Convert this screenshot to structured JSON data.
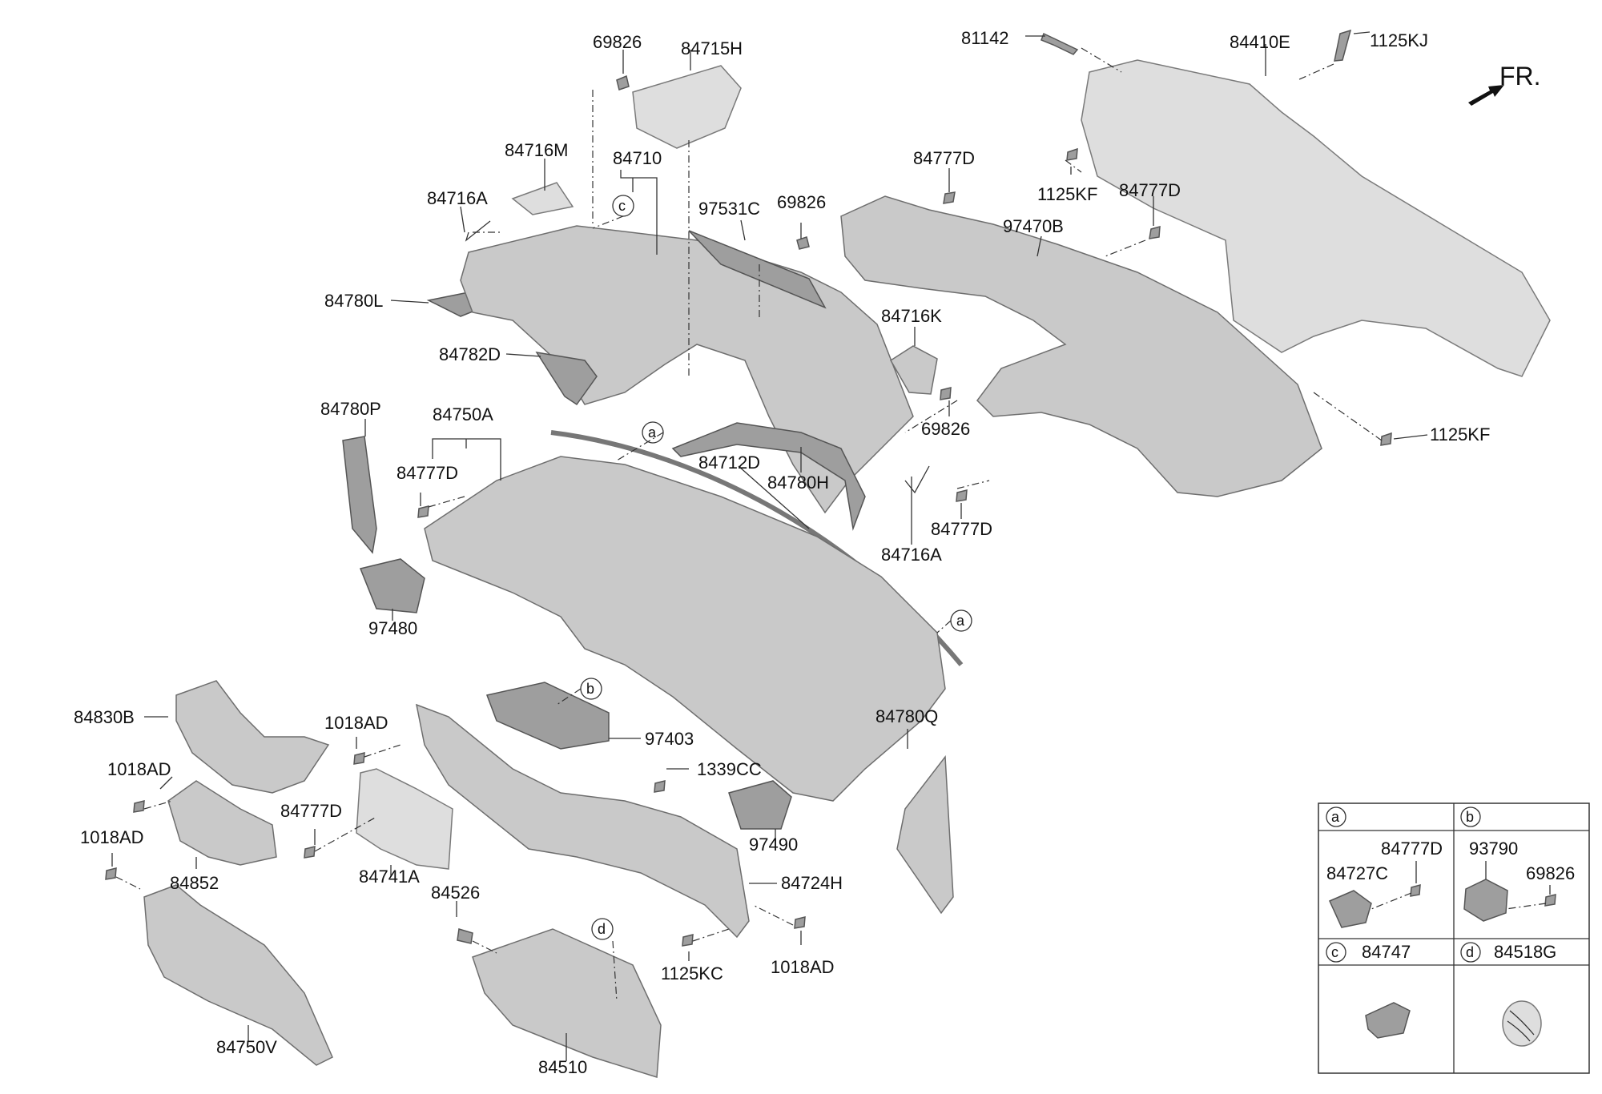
{
  "fr_label": "FR.",
  "labels": {
    "p69826_a": "69826",
    "p84715H": "84715H",
    "p84716M": "84716M",
    "p84710": "84710",
    "p84716A_a": "84716A",
    "p84780L": "84780L",
    "p97531C": "97531C",
    "p69826_b": "69826",
    "p84782D": "84782D",
    "p81142": "81142",
    "p84410E": "84410E",
    "p1125KJ": "1125KJ",
    "p84777D_a": "84777D",
    "p1125KF_a": "1125KF",
    "p84777D_b": "84777D",
    "p97470B": "97470B",
    "p84716K": "84716K",
    "p69826_c": "69826",
    "p1125KF_b": "1125KF",
    "p84780P": "84780P",
    "p84750A": "84750A",
    "p84777D_c": "84777D",
    "p84712D": "84712D",
    "p84780H": "84780H",
    "p84716A_b": "84716A",
    "p84777D_d": "84777D",
    "p97480": "97480",
    "p84830B": "84830B",
    "p1018AD_a": "1018AD",
    "p97403": "97403",
    "p84780Q": "84780Q",
    "p1018AD_b": "1018AD",
    "p1339CC": "1339CC",
    "p84777D_e": "84777D",
    "p97490": "97490",
    "p1018AD_c": "1018AD",
    "p84852": "84852",
    "p84741A": "84741A",
    "p84724H": "84724H",
    "p84526": "84526",
    "p1125KC": "1125KC",
    "p1018AD_d": "1018AD",
    "p84750V": "84750V",
    "p84510": "84510"
  },
  "callouts": {
    "a1": "a",
    "a2": "a",
    "b": "b",
    "c": "c",
    "d": "d"
  },
  "inset": {
    "a": {
      "letter": "a",
      "parts": [
        "84777D",
        "84727C"
      ]
    },
    "b": {
      "letter": "b",
      "parts": [
        "93790",
        "69826"
      ]
    },
    "c": {
      "letter": "c",
      "parts": [
        "84747"
      ]
    },
    "d": {
      "letter": "d",
      "parts": [
        "84518G"
      ]
    }
  }
}
